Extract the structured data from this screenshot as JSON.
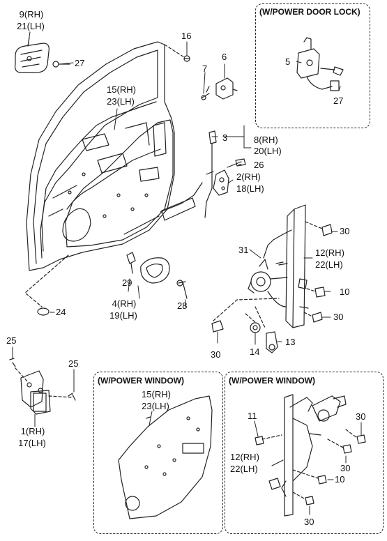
{
  "inset_titles": {
    "power_door_lock": "(W/POWER DOOR LOCK)",
    "power_window_left": "(W/POWER WINDOW)",
    "power_window_right": "(W/POWER WINDOW)"
  },
  "callouts": {
    "c9": "9(RH)",
    "c21": "21(LH)",
    "c27a": "27",
    "c16": "16",
    "c7": "7",
    "c6": "6",
    "c15a": "15(RH)",
    "c23a": "23(LH)",
    "c3": "3",
    "c8": "8(RH)",
    "c20": "20(LH)",
    "c26": "26",
    "c2": "2(RH)",
    "c18": "18(LH)",
    "c5": "5",
    "c27b": "27",
    "c30a": "30",
    "c31": "31",
    "c12a": "12(RH)",
    "c22a": "22(LH)",
    "c10a": "10",
    "c30b": "30",
    "c29": "29",
    "c28": "28",
    "c4": "4(RH)",
    "c19": "19(LH)",
    "c24": "24",
    "c13": "13",
    "c14": "14",
    "c30c": "30",
    "c25a": "25",
    "c25b": "25",
    "c1": "1(RH)",
    "c17": "17(LH)",
    "c15b": "15(RH)",
    "c23b": "23(LH)",
    "c11": "11",
    "c30d": "30",
    "c30e": "30",
    "c12b": "12(RH)",
    "c22b": "22(LH)",
    "c10b": "10",
    "c30f": "30"
  }
}
